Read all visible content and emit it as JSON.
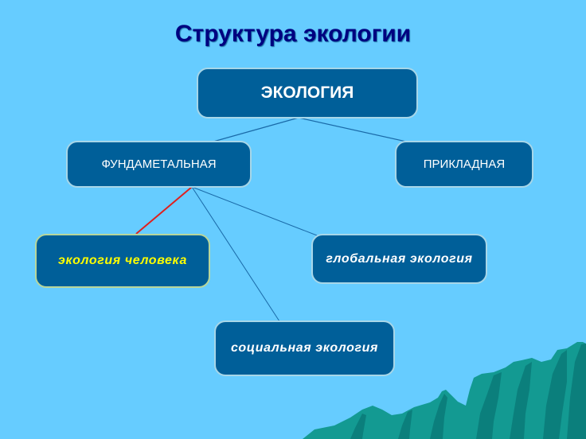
{
  "title": "Структура экологии",
  "colors": {
    "background": "#66ccff",
    "title": "#000080",
    "node_fill": "#005f99",
    "node_text": "#ffffff",
    "highlight_text": "#ffff00",
    "connector": "#1a6aa8",
    "highlight_connector": "#e0201e",
    "mountain_light": "#139a92",
    "mountain_dark": "#0b7f7c"
  },
  "nodes": {
    "root": {
      "label": "ЭКОЛОГИЯ"
    },
    "fundamental": {
      "label": "ФУНДАМЕТАЛЬНАЯ"
    },
    "applied": {
      "label": "ПРИКЛАДНАЯ"
    },
    "human_ecology": {
      "label": "экология человека",
      "highlighted": true
    },
    "global_ecology": {
      "label": "глобальная экология"
    },
    "social_ecology": {
      "label": "социальная экология"
    }
  },
  "edges": [
    {
      "from": "root",
      "to": "fundamental"
    },
    {
      "from": "root",
      "to": "applied"
    },
    {
      "from": "fundamental",
      "to": "human_ecology",
      "highlighted": true
    },
    {
      "from": "fundamental",
      "to": "global_ecology"
    },
    {
      "from": "fundamental",
      "to": "social_ecology"
    }
  ],
  "decoration": {
    "icon": "mountains-illustration"
  }
}
